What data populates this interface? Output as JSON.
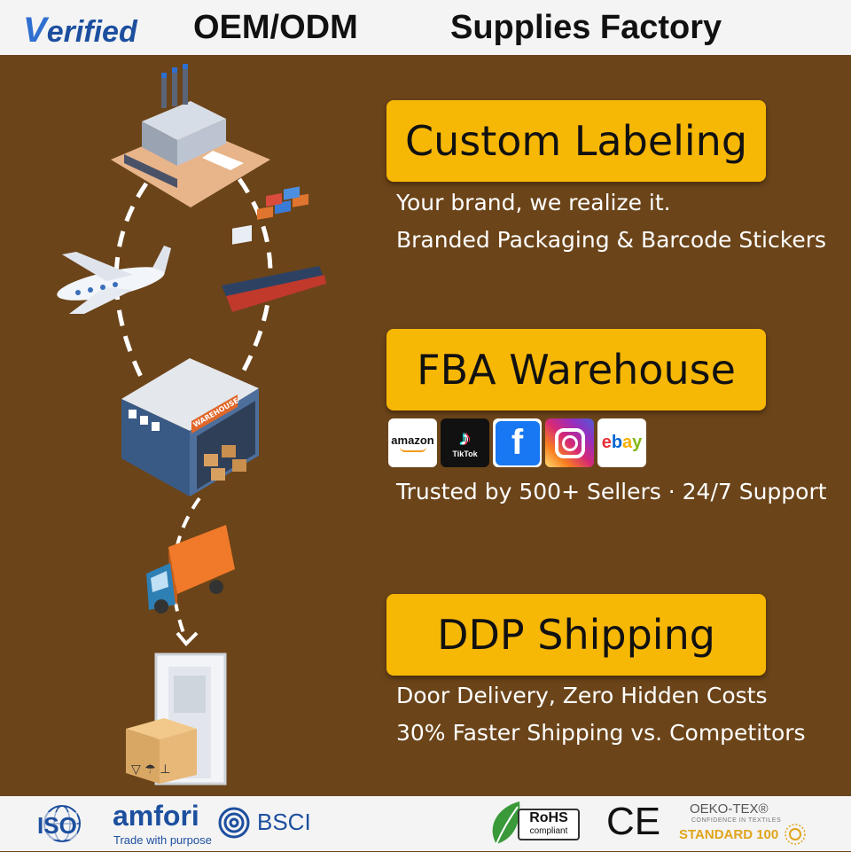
{
  "header": {
    "verified_v": "V",
    "verified_rest": "erified",
    "oem": "OEM/ODM",
    "factory": "Supplies Factory"
  },
  "sections": [
    {
      "title": "Custom Labeling",
      "lines": [
        "Your brand, we realize it.",
        "Branded Packaging & Barcode Stickers"
      ]
    },
    {
      "title": "FBA Warehouse",
      "lines": [
        "Trusted by 500+ Sellers · 24/7 Support"
      ]
    },
    {
      "title": "DDP Shipping",
      "lines": [
        "Door Delivery, Zero Hidden Costs",
        "30% Faster Shipping vs. Competitors"
      ]
    }
  ],
  "platforms": {
    "amazon": "amazon",
    "tiktok": "TikTok",
    "facebook": "f",
    "ebay_e": "e",
    "ebay_b": "b",
    "ebay_a": "a",
    "ebay_y": "y"
  },
  "warehouse_sign": "WAREHOUSE",
  "footer": {
    "iso": "ISO",
    "amfori": "amfori",
    "amfori_tag": "Trade with purpose",
    "bsci": "BSCI",
    "rohs": "RoHS",
    "rohs_sub": "compliant",
    "ce": "CE",
    "oeko": "OEKO-TEX®",
    "oeko_sub": "CONFIDENCE IN TEXTILES",
    "oeko_std": "STANDARD 100"
  },
  "colors": {
    "background": "#6b4419",
    "accent_yellow": "#f7b705",
    "header_bg": "#f4f4f4",
    "verified_blue": "#1d4f9f"
  }
}
